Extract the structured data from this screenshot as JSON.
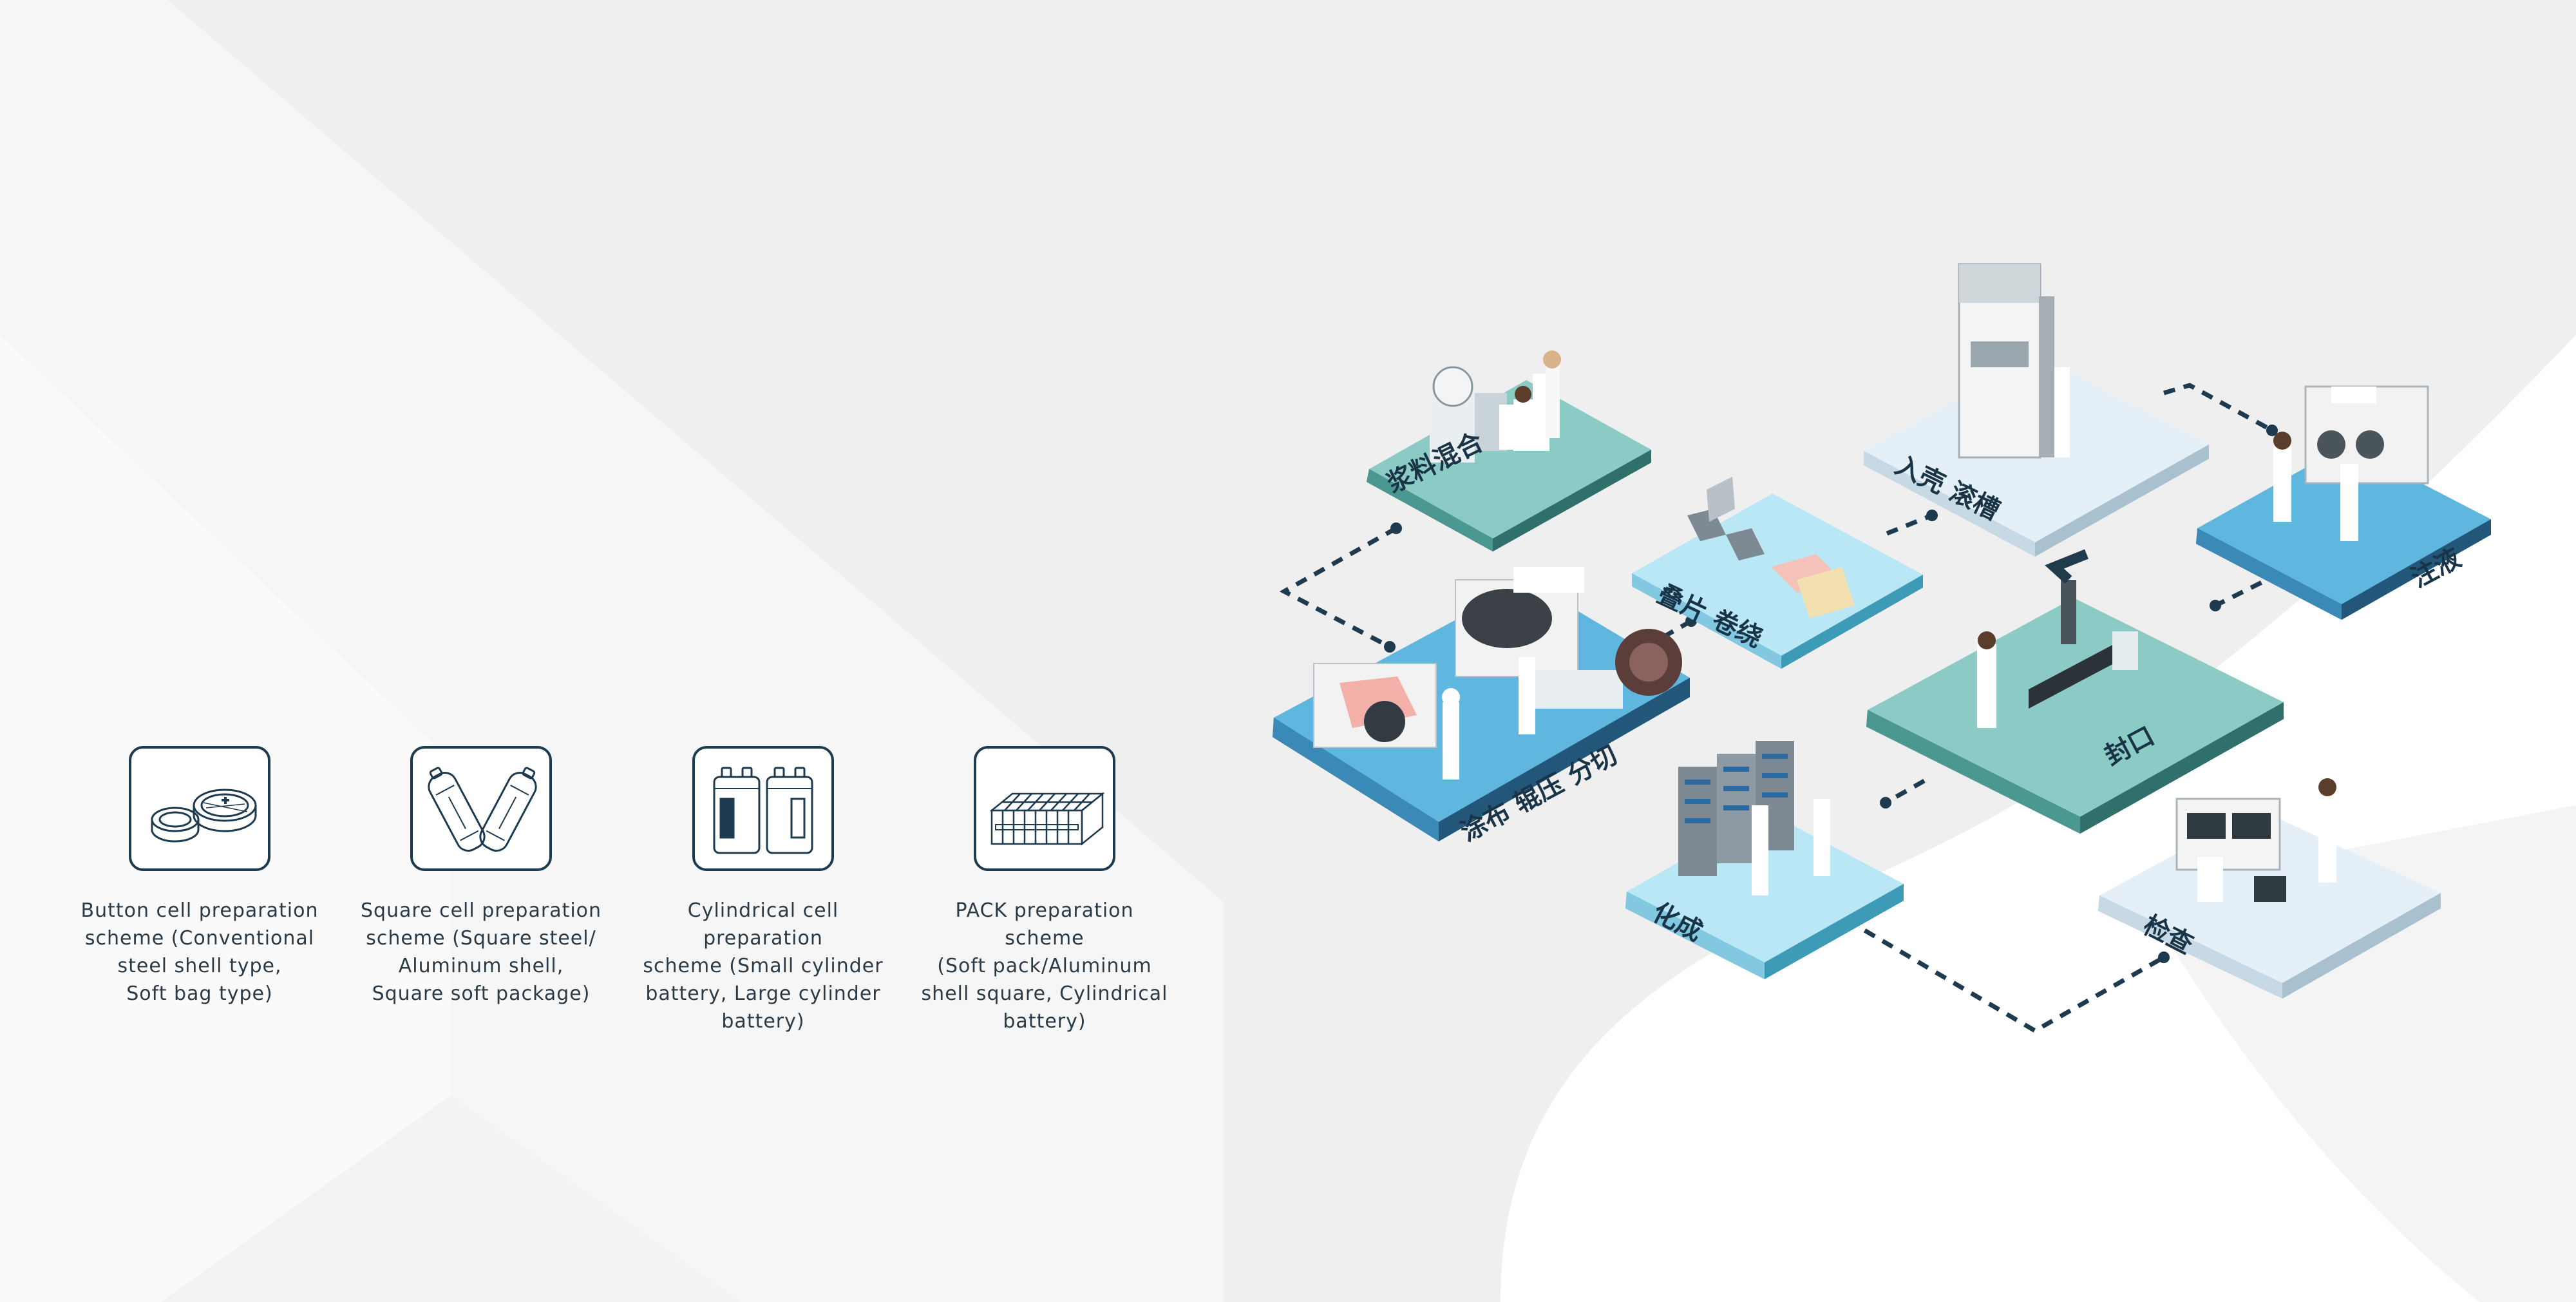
{
  "colors": {
    "background": "#efefef",
    "navy": "#1d3a4e",
    "teal_platform": "#8ccac6",
    "blue_platform": "#5fb6de",
    "light_platform": "#e4eff8",
    "cyan_platform": "#b9e7f5"
  },
  "schemes": [
    {
      "icon": "button-cell-icon",
      "caption": "Button cell preparation\nscheme (Conventional\nsteel shell type,\nSoft bag type)"
    },
    {
      "icon": "square-cell-icon",
      "caption": "Square cell preparation\nscheme (Square steel/\nAluminum shell,\nSquare soft package)"
    },
    {
      "icon": "cylindrical-cell-icon",
      "caption": "Cylindrical cell preparation\nscheme (Small cylinder\nbattery, Large cylinder\nbattery)"
    },
    {
      "icon": "pack-battery-icon",
      "caption": "PACK preparation scheme\n(Soft pack/Aluminum\nshell square, Cylindrical\nbattery)"
    }
  ],
  "process": {
    "slurry_mixing": "浆料混合",
    "coating": "涂布 辊压 分切",
    "stacking": "叠片 卷绕",
    "casing": "入壳 滚槽",
    "injection": "注液",
    "sealing": "封口",
    "formation": "化成",
    "inspection": "检查"
  }
}
